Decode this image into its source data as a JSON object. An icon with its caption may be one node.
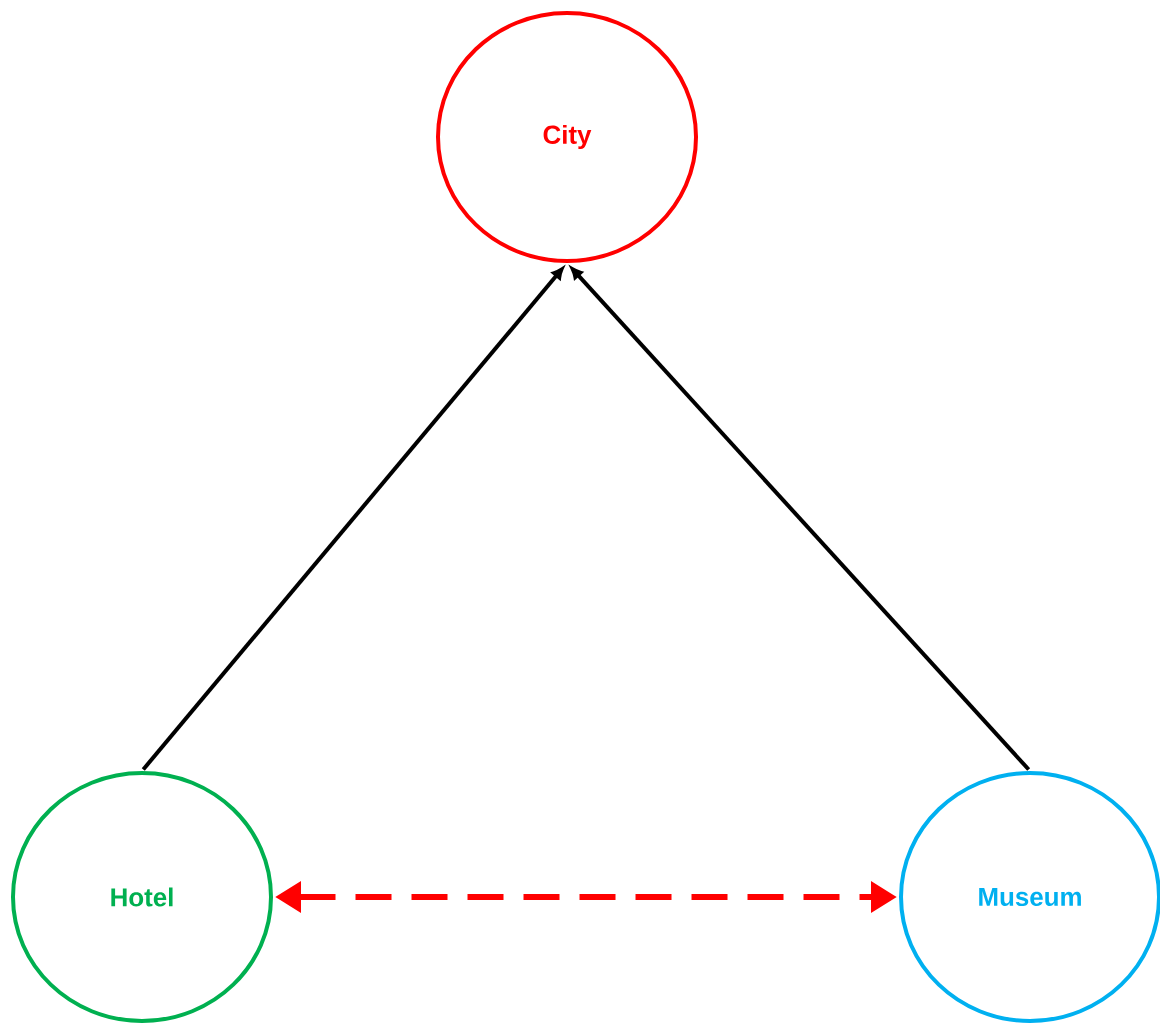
{
  "diagram": {
    "nodes": [
      {
        "text": [
          "City"
        ]
      },
      {
        "text": [
          "Hotel"
        ]
      },
      {
        "text": [
          "Museum"
        ]
      }
    ],
    "edges": [
      {
        "from": 1,
        "to": 0,
        "arrow": "to"
      },
      {
        "from": 2,
        "to": 0,
        "arrow": "to"
      },
      {
        "from": 1,
        "to": 2,
        "arrow": "both",
        "style": "dashed",
        "color": "#ff0000"
      }
    ]
  }
}
